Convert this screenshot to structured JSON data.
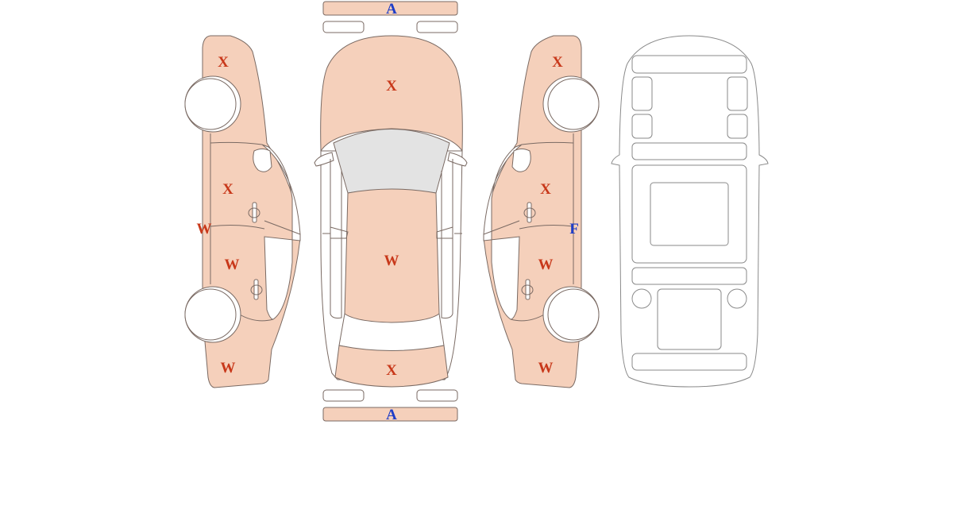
{
  "colors": {
    "damage_fill": "#f5d0bb",
    "outline": "#7a6a63",
    "glass": "#e3e3e3",
    "code_red": "#c8381a",
    "code_blue": "#1f3ec8"
  },
  "codes": {
    "front_bumper": "A",
    "hood": "X",
    "roof": "W",
    "trunk": "X",
    "rear_bumper": "A",
    "left_front_fender": "X",
    "left_front_door": "X",
    "left_pillar": "W",
    "left_rear_door": "W",
    "left_rear_quarter": "W",
    "right_front_fender": "X",
    "right_front_door": "X",
    "right_pillar": "F",
    "right_rear_door": "W",
    "right_rear_quarter": "W"
  }
}
